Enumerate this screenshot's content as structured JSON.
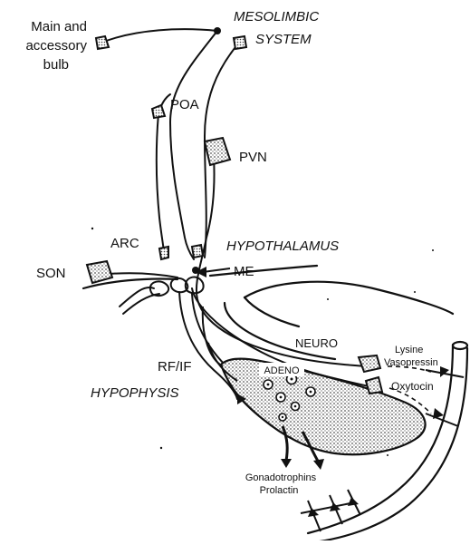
{
  "labels": {
    "main_bulb_line1": "Main and",
    "main_bulb_line2": "accessory",
    "main_bulb_line3": "bulb",
    "mesolimbic_line1": "MESOLIMBIC",
    "mesolimbic_line2": "SYSTEM",
    "poa": "POA",
    "pvn": "PVN",
    "arc": "ARC",
    "hypothalamus": "HYPOTHALAMUS",
    "son": "SON",
    "me": "ME",
    "neuro": "NEURO",
    "lysine": "Lysine",
    "vasopressin": "Vasopressin",
    "oxytocin": "Oxytocin",
    "rf_if": "RF/IF",
    "adeno": "ADENO",
    "hypophysis": "HYPOPHYSIS",
    "gonadotrophins": "Gonadotrophins",
    "prolactin": "Prolactin"
  },
  "colors": {
    "ink": "#111111",
    "paper": "#ffffff",
    "stipple": "#7a7a7a"
  }
}
